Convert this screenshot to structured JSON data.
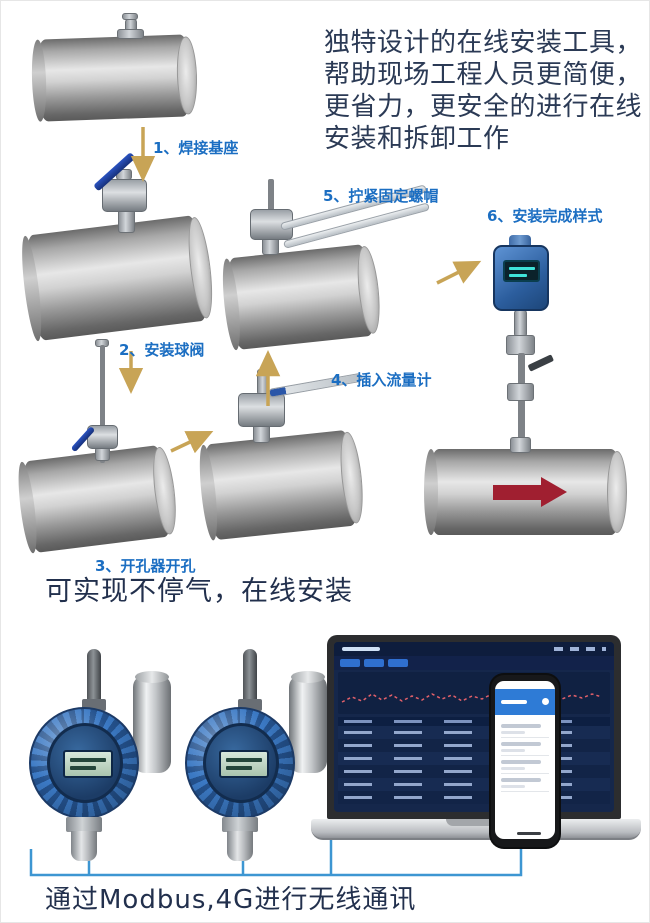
{
  "intro": {
    "text": "独特设计的在线安装工具， 帮助现场工程人员更简便， 更省力，更安全的进行在线安装和拆卸工作"
  },
  "steps": [
    {
      "label": "1、焊接基座"
    },
    {
      "label": "2、安装球阀"
    },
    {
      "label": "3、开孔器开孔"
    },
    {
      "label": "4、插入流量计"
    },
    {
      "label": "5、拧紧固定螺帽"
    },
    {
      "label": "6、安装完成样式"
    }
  ],
  "captions": {
    "middle": "可实现不停气，在线安装",
    "bottom": "通过Modbus,4G进行无线通讯"
  },
  "colors": {
    "step_label": "#1b6ec2",
    "arrow": "#c8a456",
    "heading_text": "#2b3a55",
    "flow_arrow": "#a01f30",
    "wire": "#3d96d2",
    "device_blue": "#2f6db5"
  }
}
